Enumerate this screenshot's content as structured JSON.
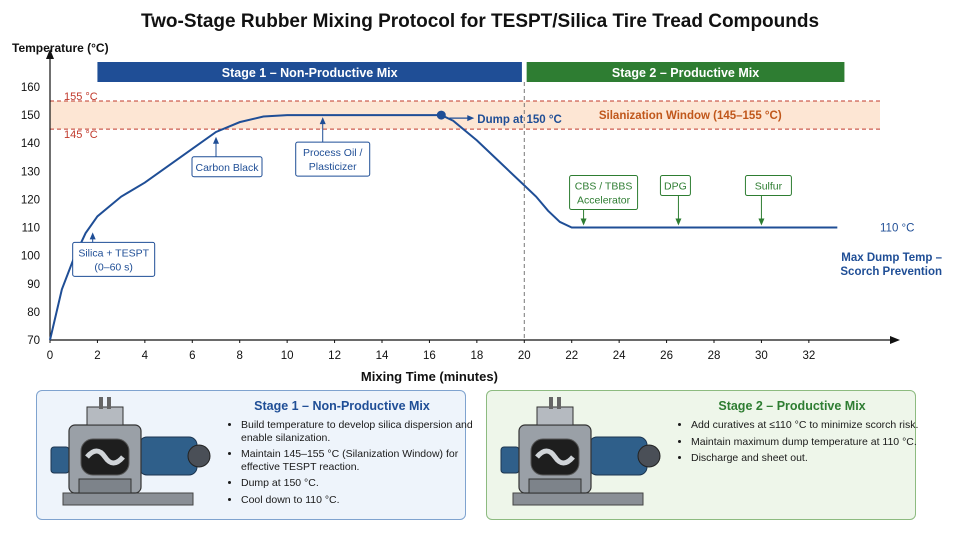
{
  "chart_data": {
    "type": "line",
    "title": "Two-Stage Rubber Mixing Protocol for TESPT/Silica Tire Tread Compounds",
    "xlabel": "Mixing Time (minutes)",
    "ylabel": "Temperature (°C)",
    "xlim": [
      0,
      35
    ],
    "ylim": [
      70,
      160
    ],
    "xticks": [
      0,
      2,
      4,
      6,
      8,
      10,
      12,
      14,
      16,
      18,
      20,
      22,
      24,
      26,
      28,
      30,
      32
    ],
    "yticks": [
      70,
      80,
      90,
      100,
      110,
      120,
      130,
      140,
      150,
      160
    ],
    "series": [
      {
        "x": [
          0,
          0.5,
          1,
          1.5,
          2,
          3,
          4,
          5,
          6,
          7,
          8,
          9,
          10,
          12,
          14,
          16.5,
          17,
          18,
          19,
          20,
          20.5,
          21,
          21.5,
          22,
          24,
          26,
          28,
          30,
          32,
          33.2
        ],
        "y": [
          70,
          88,
          99,
          108,
          114,
          121,
          126,
          132,
          138,
          144,
          147.5,
          149.5,
          150,
          150,
          150,
          150,
          148,
          141,
          133,
          125,
          121,
          116,
          112,
          110,
          110,
          110,
          110,
          110,
          110,
          110
        ]
      }
    ],
    "stages": [
      {
        "label": "Stage 1 – Non-Productive Mix",
        "x_start": 2,
        "x_end": 19.9,
        "color": "#1f4e96"
      },
      {
        "label": "Stage 2 – Productive Mix",
        "x_start": 20.1,
        "x_end": 33.5,
        "color": "#2e7d32"
      }
    ],
    "stage_divider_x": 20,
    "silanization_window": {
      "label": "Silanization Window (145–155 °C)",
      "y_low": 145,
      "y_high": 155,
      "color": "#fde6d4"
    },
    "ref_lines": [
      {
        "label": "155 °C",
        "y": 155,
        "color": "#c0392b"
      },
      {
        "label": "145 °C",
        "y": 145,
        "color": "#c0392b"
      }
    ],
    "dump_point": {
      "x": 16.5,
      "y": 150,
      "label": "Dump at 150 °C"
    },
    "end_label": "110 °C",
    "max_dump_label": [
      "Max Dump Temp –",
      "Scorch Prevention"
    ],
    "annotations": [
      {
        "lines": [
          "Silica + TESPT",
          "(0–60 s)"
        ],
        "x": 1.8,
        "y": 109,
        "stage": 1
      },
      {
        "lines": [
          "Carbon Black"
        ],
        "x": 7,
        "y": 143,
        "stage": 1
      },
      {
        "lines": [
          "Process Oil /",
          "Plasticizer"
        ],
        "x": 11.5,
        "y": 150,
        "stage": 1
      },
      {
        "lines": [
          "CBS / TBBS",
          "Accelerator"
        ],
        "x": 22.5,
        "y": 110,
        "stage": 2
      },
      {
        "lines": [
          "DPG"
        ],
        "x": 26.5,
        "y": 110,
        "stage": 2
      },
      {
        "lines": [
          "Sulfur"
        ],
        "x": 30,
        "y": 110,
        "stage": 2
      }
    ],
    "colors": {
      "line": "#1f4e96",
      "stage1": "#1f4e96",
      "stage2": "#2e7d32",
      "ref": "#c0392b",
      "window_text": "#c0571b"
    }
  },
  "panels": {
    "stage1": {
      "title": "Stage 1 – Non-Productive Mix",
      "items": [
        "Build temperature to develop silica dispersion and enable silanization.",
        "Maintain 145–155 °C (Silanization Window) for effective TESPT reaction.",
        "Dump at 150 °C.",
        "Cool down to 110 °C."
      ]
    },
    "stage2": {
      "title": "Stage 2 – Productive Mix",
      "items": [
        "Add curatives at ≤110 °C to minimize scorch risk.",
        "Maintain maximum dump temperature at 110 °C.",
        "Discharge and sheet out."
      ]
    }
  }
}
